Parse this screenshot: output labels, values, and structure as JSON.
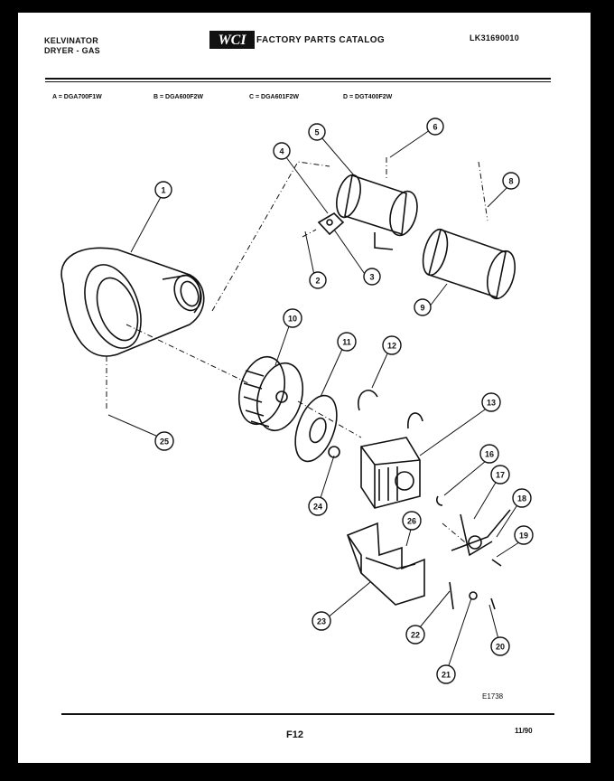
{
  "header": {
    "brand": "KELVINATOR",
    "product": "DRYER - GAS",
    "catalog_title": "FACTORY PARTS CATALOG",
    "document_number": "LK31690010"
  },
  "models": [
    {
      "label": "A = DGA700F1W"
    },
    {
      "label": "B = DGA600F2W"
    },
    {
      "label": "C = DGA601F2W"
    },
    {
      "label": "D = DGT400F2W"
    }
  ],
  "callouts": [
    {
      "number": "1"
    },
    {
      "number": "2"
    },
    {
      "number": "3"
    },
    {
      "number": "4"
    },
    {
      "number": "5"
    },
    {
      "number": "6"
    },
    {
      "number": "8"
    },
    {
      "number": "9"
    },
    {
      "number": "10"
    },
    {
      "number": "11"
    },
    {
      "number": "12"
    },
    {
      "number": "13"
    },
    {
      "number": "16"
    },
    {
      "number": "17"
    },
    {
      "number": "18"
    },
    {
      "number": "19"
    },
    {
      "number": "20"
    },
    {
      "number": "21"
    },
    {
      "number": "22"
    },
    {
      "number": "23"
    },
    {
      "number": "24"
    },
    {
      "number": "25"
    },
    {
      "number": "26"
    }
  ],
  "footer": {
    "figure_id": "E1738",
    "page": "F12",
    "date": "11/90"
  }
}
